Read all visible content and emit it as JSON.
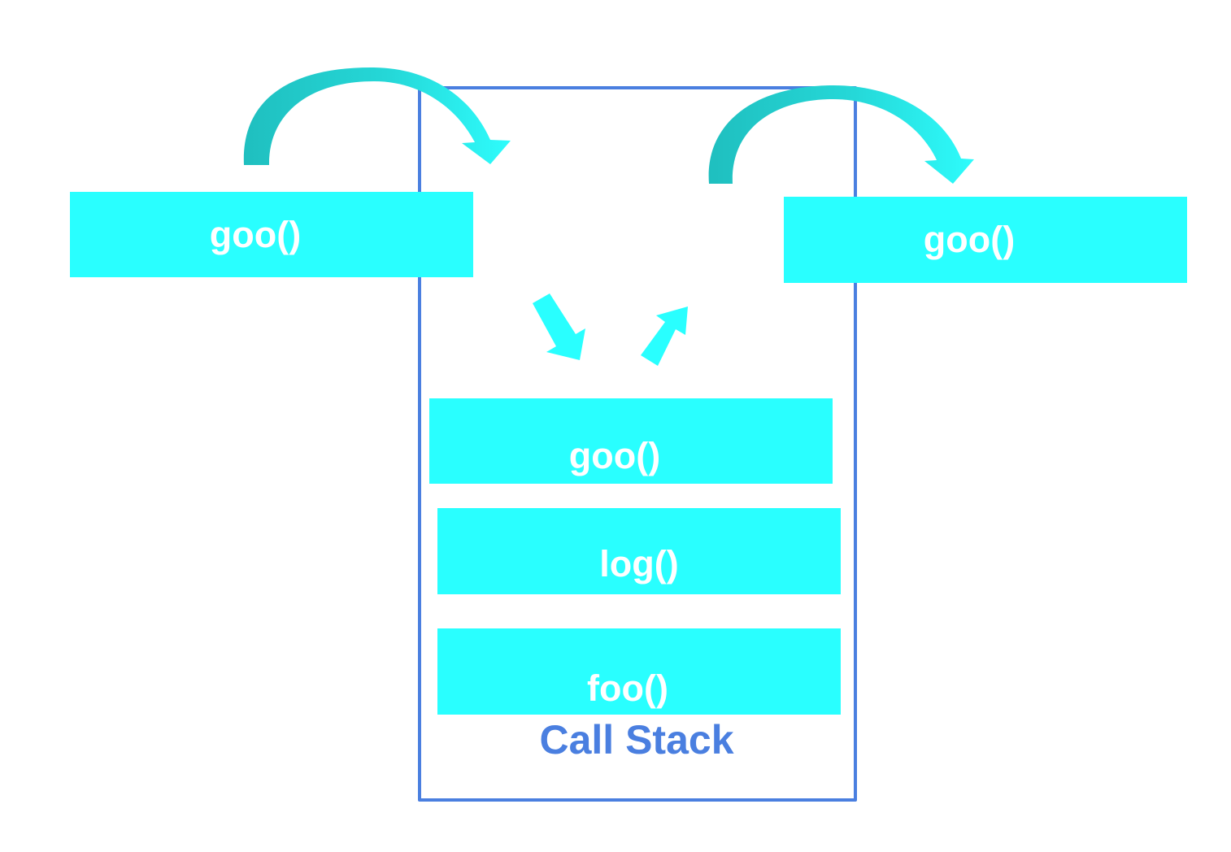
{
  "diagram": {
    "call_stack_label": "Call Stack",
    "frames_outside": {
      "left": "goo()",
      "right": "goo()"
    },
    "stack_frames": [
      "goo()",
      "log()",
      "foo()"
    ]
  },
  "colors": {
    "frame_fill": "#29ffff",
    "frame_text": "#ffffff",
    "stack_border": "#4a7fe0",
    "label_text": "#4a7fe0",
    "arc_arrow_dark": "#22c4c4",
    "arc_arrow_light": "#29ffff"
  }
}
